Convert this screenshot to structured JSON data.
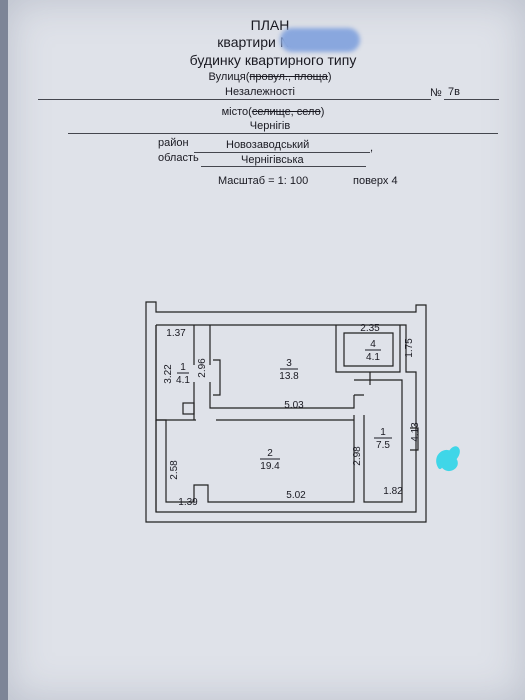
{
  "header": {
    "title": "ПЛАН",
    "line2": "квартири №",
    "line3": "будинку квартирного типу",
    "street_label_prefix": "Вулиця(",
    "street_label_struck": "провул., площа",
    "street_label_suffix": ")",
    "street_value": "Незалежності",
    "number_label": "№",
    "number_value": "7в",
    "city_label_prefix": "місто(",
    "city_label_struck": "селище, село",
    "city_label_suffix": ")",
    "city_value": "Чернігів",
    "district_label": "район",
    "district_value": "Новозаводський",
    "oblast_label": "область",
    "oblast_value": "Чернігівська",
    "scale": "Масштаб = 1: 100",
    "floor": "поверх 4"
  },
  "plan": {
    "rooms": [
      {
        "number": "1",
        "area": "4.1"
      },
      {
        "number": "3",
        "area": "13.8"
      },
      {
        "number": "4",
        "area": "4.1"
      },
      {
        "number": "2",
        "area": "19.4"
      },
      {
        "number": "1",
        "area": "7.5"
      }
    ],
    "dimensions": [
      "1.37",
      "3.22",
      "2.96",
      "2.35",
      "1.75",
      "5.03",
      "4.13",
      "2.98",
      "2.58",
      "1.39",
      "5.02",
      "1.82"
    ]
  },
  "colors": {
    "paper": "#dfe2e9",
    "ink": "#1a1a22",
    "redaction": "#89a7de",
    "marker": "#3fd6e8"
  }
}
